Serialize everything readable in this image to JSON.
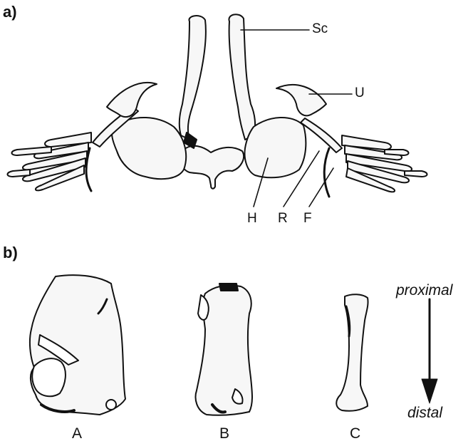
{
  "panels": {
    "a": {
      "label": "a)"
    },
    "b": {
      "label": "b)"
    }
  },
  "callouts": {
    "sc": "Sc",
    "u": "U",
    "h": "H",
    "r": "R",
    "f": "F"
  },
  "specimens": {
    "a": "A",
    "b": "B",
    "c": "C"
  },
  "direction": {
    "proximal": "proximal",
    "distal": "distal"
  },
  "colors": {
    "ink": "#111111",
    "bone_fill": "#f7f7f7",
    "background": "#ffffff"
  }
}
